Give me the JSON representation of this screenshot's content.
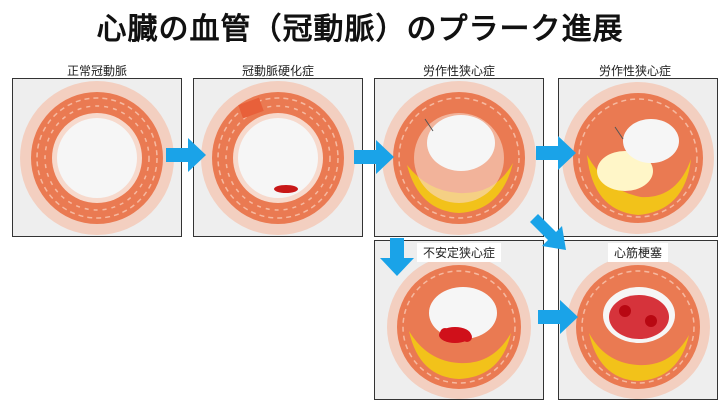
{
  "title": "心臓の血管（冠動脈）のプラーク進展",
  "stages": {
    "normal": "正常冠動脈",
    "atherosclerosis": "冠動脈硬化症",
    "stable_angina_1": "労作性狭心症",
    "stable_angina_2": "労作性狭心症",
    "unstable_angina": "不安定狭心症",
    "infarction": "心筋梗塞"
  },
  "colors": {
    "arrow": "#1aa3e8",
    "vessel_outer": "#f2c6b4",
    "vessel_wall": "#e9704a",
    "plaque": "#f2c21a",
    "thrombus": "#d0101a",
    "lumen": "#f6f6f6"
  }
}
